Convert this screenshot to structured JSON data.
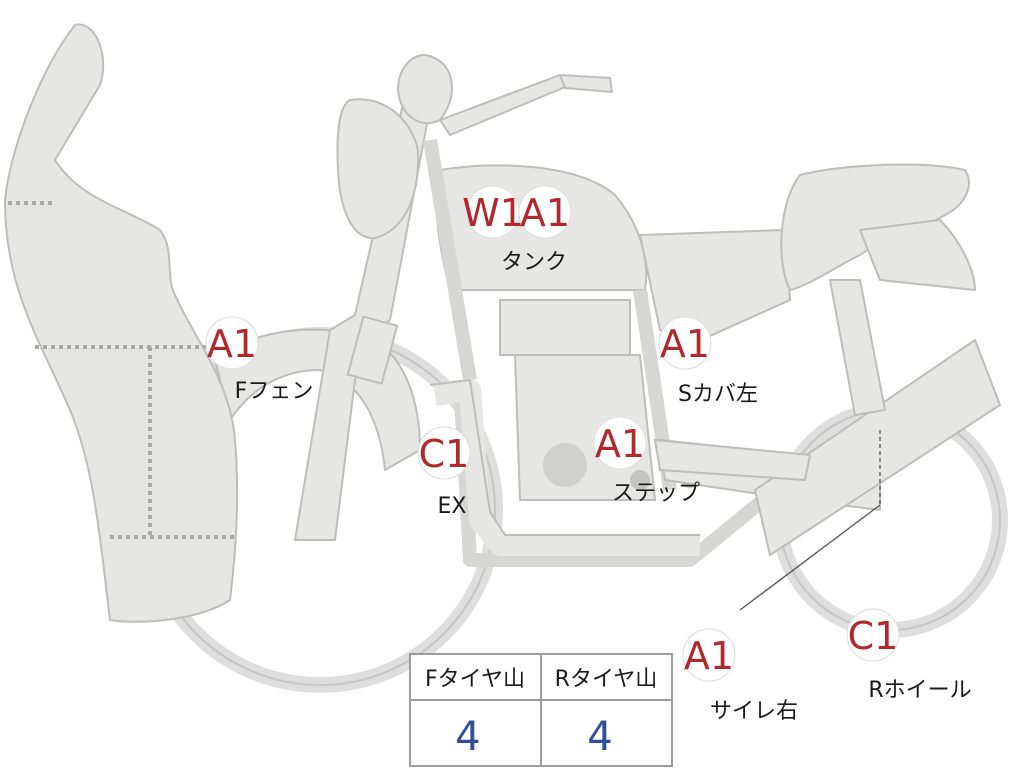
{
  "colors": {
    "body_fill": "#e6e6e4",
    "body_stroke": "#bdbdbb",
    "grade_text": "#b3282d",
    "grade_circle": "#ffffff",
    "table_value": "#2f4f9a",
    "table_border": "#9c9c9c"
  },
  "damage_marks": [
    {
      "grade": "W1",
      "part": ""
    },
    {
      "grade": "A1",
      "part": "タンク"
    },
    {
      "grade": "A1",
      "part": "Fフェン"
    },
    {
      "grade": "A1",
      "part": "Sカバ左"
    },
    {
      "grade": "C1",
      "part": "EX"
    },
    {
      "grade": "A1",
      "part": "ステップ"
    },
    {
      "grade": "A1",
      "part": "サイレ右"
    },
    {
      "grade": "C1",
      "part": "Rホイール"
    }
  ],
  "tire_table": {
    "headers": [
      "Fタイヤ山",
      "Rタイヤ山"
    ],
    "values": [
      "4",
      "4"
    ]
  }
}
